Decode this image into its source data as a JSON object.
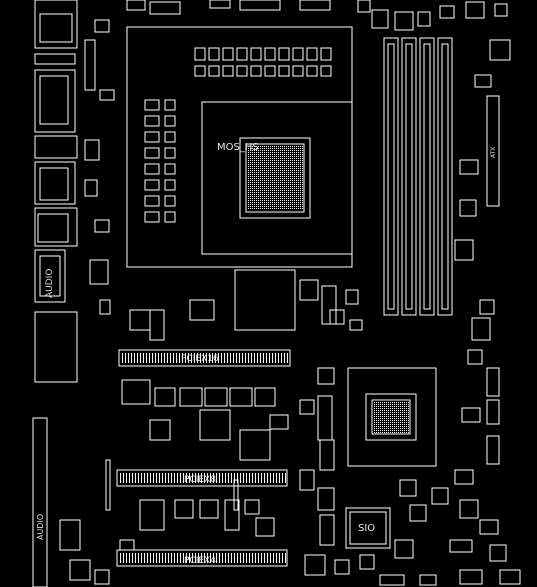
{
  "labels": {
    "cpu_heatsink": "MOS_HS",
    "pciex16": "PCIEX16",
    "pciex8": "PCIEX8",
    "pciex4": "PCIEX4",
    "sio": "SIO",
    "audio_top": "AUDIO",
    "audio_bottom": "AUDIO",
    "atx": "ATX"
  },
  "colors": {
    "background": "#000000",
    "trace": "#ffffff"
  }
}
